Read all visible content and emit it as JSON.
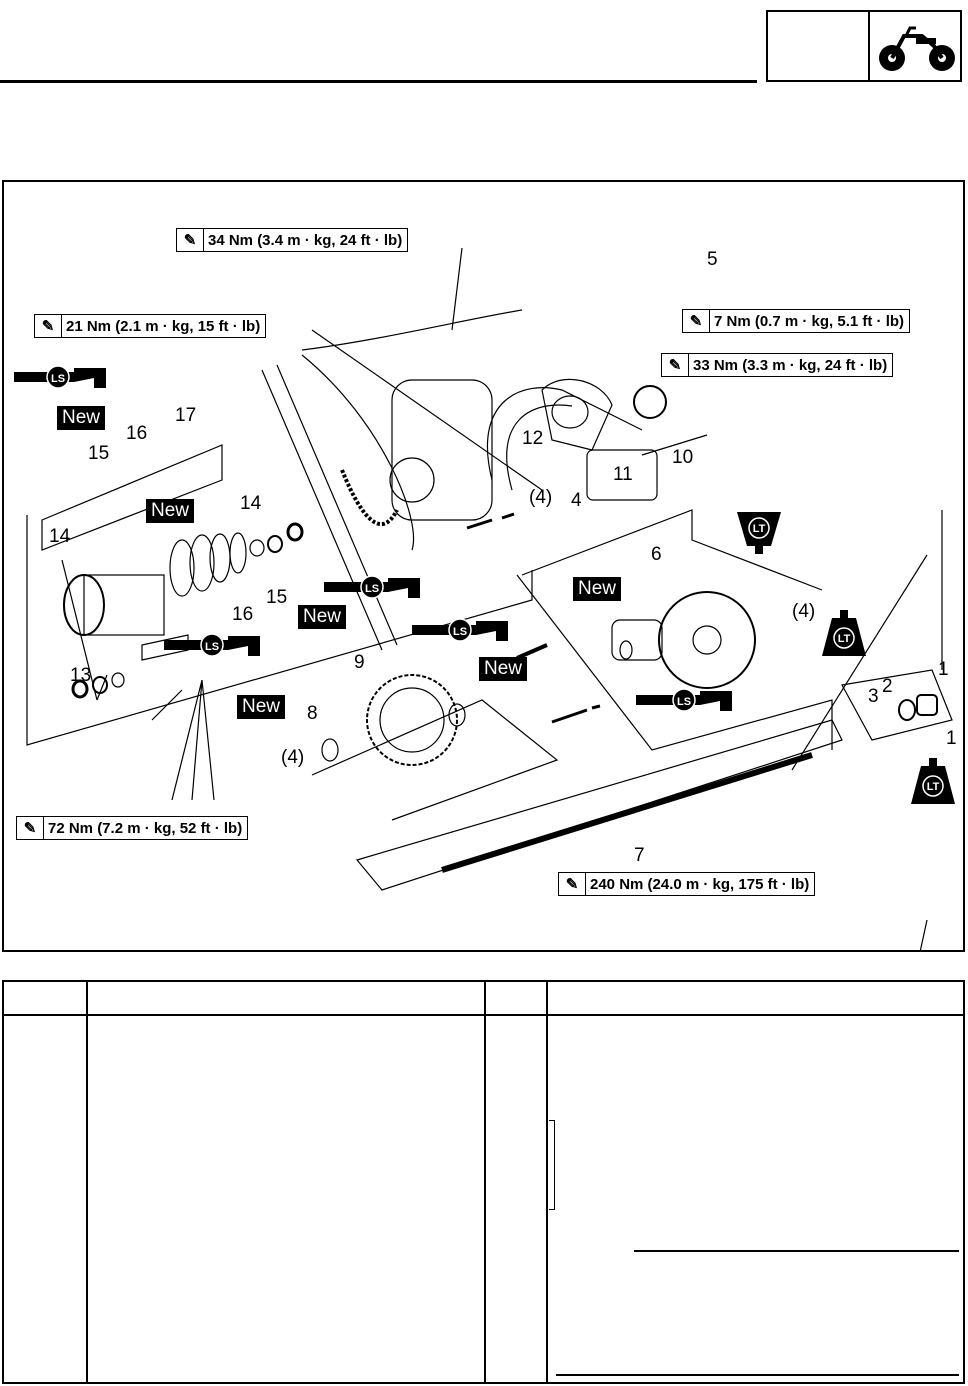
{
  "torque": {
    "t34": "34 Nm (3.4 m · kg, 24 ft · lb)",
    "t21": "21 Nm (2.1 m · kg, 15 ft · lb)",
    "t7": "7 Nm (0.7 m · kg, 5.1 ft · lb)",
    "t33": "33 Nm (3.3 m · kg, 24 ft · lb)",
    "t72": "72 Nm (7.2 m · kg, 52 ft · lb)",
    "t240": "240 Nm (24.0 m · kg, 175 ft · lb)"
  },
  "badges": {
    "new": "New",
    "ls": "LS",
    "lt": "LT"
  },
  "labels": {
    "n1": "1",
    "n2": "2",
    "n3": "3",
    "n4": "4",
    "n5": "5",
    "n6": "6",
    "n7": "7",
    "n8": "8",
    "n9": "9",
    "n10": "10",
    "n11": "11",
    "n12": "12",
    "n13": "13",
    "n14": "14",
    "n15": "15",
    "n16": "16",
    "n17": "17",
    "qty4": "(4)"
  }
}
